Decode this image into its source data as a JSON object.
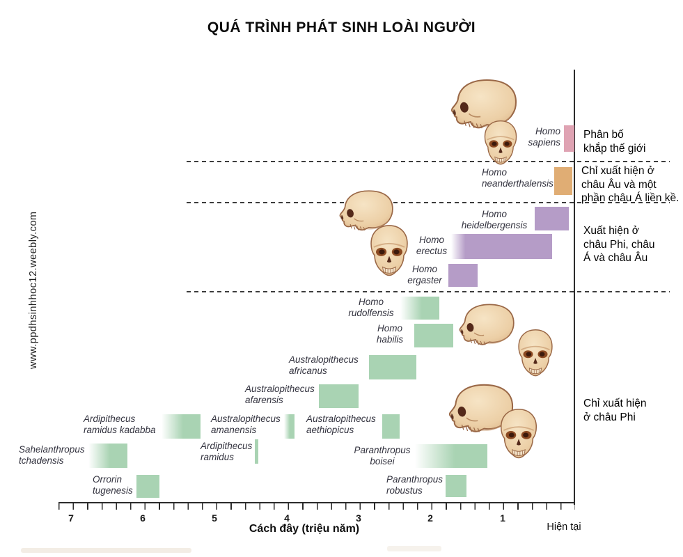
{
  "title": "QUÁ TRÌNH PHÁT SINH LOÀI NGƯỜI",
  "watermark": "www.ppdhsinhhoc12.weebly.com",
  "axis": {
    "caption": "Cách đây (triệu năm)",
    "present": "Hiện tại",
    "tick_labels": [
      "7",
      "6",
      "5",
      "4",
      "3",
      "2",
      "1"
    ],
    "range_ma": [
      7,
      0
    ]
  },
  "annotations": {
    "worldwide": "Phân bố\nkhắp thế giới",
    "europe": "Chỉ xuất hiện ở\nchâu Âu và một\nphần châu Á liền kề.",
    "afro_eurasia": "Xuất hiện ở\nchâu Phi, châu\nÁ và châu Âu",
    "africa_only": "Chỉ xuất hiện\nở châu Phi"
  },
  "colors": {
    "green": "#a9d3b3",
    "purple": "#b59cc7",
    "orange": "#e0ad74",
    "pink": "#dfa3b3",
    "bone": "#eccfa6",
    "line": "#2b2b2b"
  },
  "species": [
    {
      "id": "sapiens",
      "label": "Homo\nsapiens",
      "range_ma": [
        0.15,
        0
      ]
    },
    {
      "id": "neanderthalensis",
      "label": "Homo\nneanderthalensis",
      "range_ma": [
        0.3,
        0.03
      ]
    },
    {
      "id": "heidelbergensis",
      "label": "Homo\nheidelbergensis",
      "range_ma": [
        0.55,
        0.1
      ]
    },
    {
      "id": "erectus",
      "label": "Homo\nerectus",
      "range_ma": [
        1.7,
        0.3
      ]
    },
    {
      "id": "ergaster",
      "label": "Homo\nergaster",
      "range_ma": [
        1.75,
        1.35
      ]
    },
    {
      "id": "rudolfensis",
      "label": "Homo\nrudolfensis",
      "range_ma": [
        2.4,
        1.9
      ]
    },
    {
      "id": "habilis",
      "label": "Homo\nhabilis",
      "range_ma": [
        2.25,
        1.7
      ]
    },
    {
      "id": "africanus",
      "label": "Australopithecus\nafricanus",
      "range_ma": [
        2.85,
        2.2
      ]
    },
    {
      "id": "afarensis",
      "label": "Australopithecus\nafarensis",
      "range_ma": [
        3.55,
        3.0
      ]
    },
    {
      "id": "amanensis",
      "label": "Australopithecus\namanensis",
      "range_ma": [
        4.0,
        3.9
      ]
    },
    {
      "id": "aethiopicus",
      "label": "Australopithecus\naethiopicus",
      "range_ma": [
        2.65,
        2.45
      ]
    },
    {
      "id": "kadabba",
      "label": "Ardipithecus\nramidus kadabba",
      "range_ma": [
        5.75,
        5.2
      ]
    },
    {
      "id": "ramidus",
      "label": "Ardipithecus\nramidus",
      "range_ma": [
        4.45,
        4.4
      ]
    },
    {
      "id": "tchadensis",
      "label": "Sahelanthropus\ntchadensis",
      "range_ma": [
        6.75,
        6.2
      ]
    },
    {
      "id": "tugenesis",
      "label": "Orrorin\ntugenesis",
      "range_ma": [
        6.1,
        5.8
      ]
    },
    {
      "id": "boisei",
      "label": "Paranthropus\nboisei",
      "range_ma": [
        2.2,
        1.2
      ]
    },
    {
      "id": "robustus",
      "label": "Paranthropus\nrobustus",
      "range_ma": [
        1.8,
        1.5
      ]
    }
  ]
}
